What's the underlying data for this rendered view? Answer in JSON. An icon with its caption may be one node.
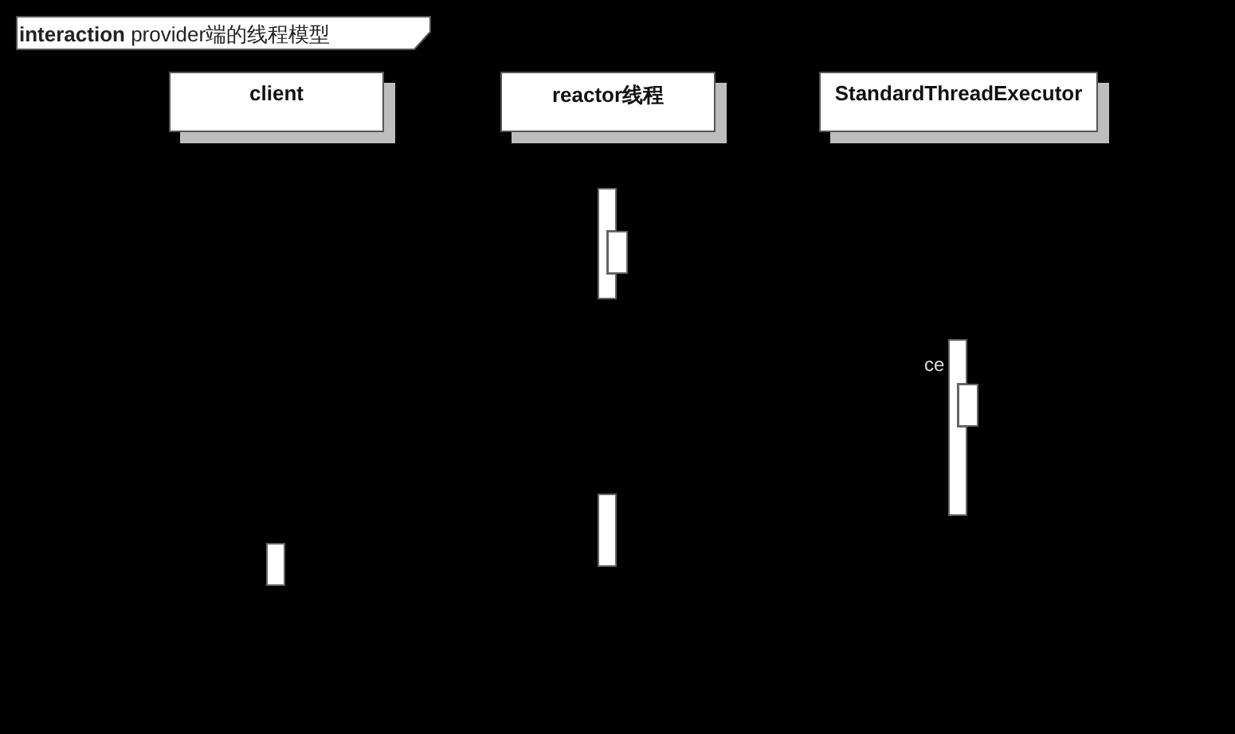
{
  "diagram": {
    "title": "**interaction** provider端的线程模型",
    "nodes": [
      {
        "text": [
          "client"
        ]
      },
      {
        "text": [
          "reactor线程"
        ]
      },
      {
        "text": [
          "StandardThreadExecutor"
        ]
      },
      {
        "text": [],
        "shape": "bar"
      },
      {
        "text": [],
        "shape": "bar"
      },
      {
        "text": [],
        "shape": "bar"
      },
      {
        "text": [],
        "shape": "bar"
      },
      {
        "text": [],
        "shape": "bar"
      },
      {
        "text": [],
        "shape": "bar"
      }
    ],
    "labels": [
      "ce"
    ]
  }
}
